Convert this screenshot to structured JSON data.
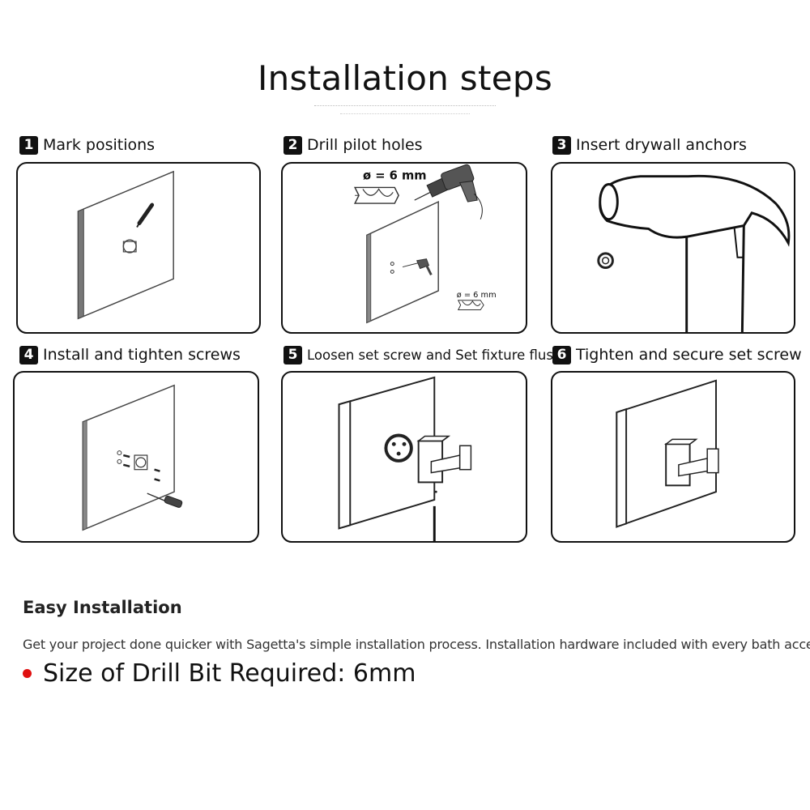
{
  "title": "Installation steps",
  "steps": [
    {
      "number": "1",
      "label": "Mark positions"
    },
    {
      "number": "2",
      "label": "Drill pilot holes"
    },
    {
      "number": "3",
      "label": "Insert drywall anchors"
    },
    {
      "number": "4",
      "label": "Install and tighten screws"
    },
    {
      "number": "5",
      "label": "Loosen set screw and Set fixture flush"
    },
    {
      "number": "6",
      "label": "Tighten and secure set screw"
    }
  ],
  "drill_annotations": {
    "bit_size_large": "ø = 6 mm",
    "bit_size_small": "ø = 6 mm"
  },
  "icons": [
    "pencil-icon",
    "drill-icon",
    "drill-bit-icon",
    "hammer-icon",
    "anchor-icon",
    "screwdriver-icon",
    "hex-key-icon",
    "towel-hook-icon"
  ],
  "footer": {
    "heading": "Easy Installation",
    "description": "Get your project done quicker with Sagetta's simple installation process. Installation hardware included with every bath accessory.",
    "drill_bit_note": "Size of Drill Bit Required: 6mm",
    "bullet_color": "#e01010"
  }
}
